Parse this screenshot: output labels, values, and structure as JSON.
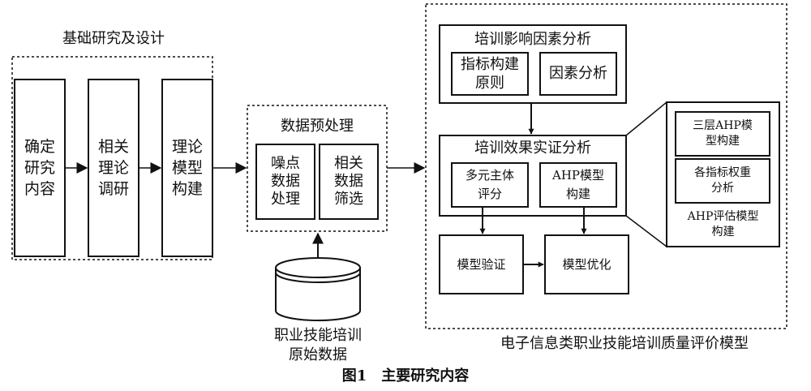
{
  "basic": {
    "title": "基础研究及设计",
    "box1": "确定\n研究\n内容",
    "box2": "相关\n理论\n调研",
    "box3": "理论\n模型\n构建"
  },
  "preprocess": {
    "title": "数据预处理",
    "noise": "噪点\n数据\n处理",
    "filter": "相关\n数据\n筛选"
  },
  "raw_data": {
    "label": "职业技能培训\n原始数据"
  },
  "influence": {
    "title": "培训影响因素分析",
    "index": "指标构建\n原则",
    "factor": "因素分析"
  },
  "empirical": {
    "title": "培训效果实证分析",
    "multi": "多元主体\n评分",
    "ahp": "AHP模型\n构建"
  },
  "ahp_detail": {
    "three_layer": "三层AHP模\n型构建",
    "weights": "各指标权重\n分析",
    "eval": "AHP评估模型\n构建"
  },
  "verify": "模型验证",
  "optimize": "模型优化",
  "model_caption": "电子信息类职业技能培训质量评价模型",
  "figure_caption": "图1　主要研究内容"
}
